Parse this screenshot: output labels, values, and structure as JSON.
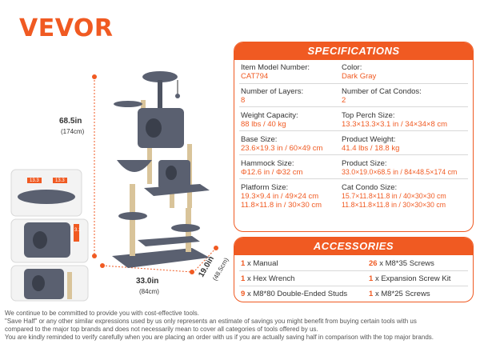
{
  "brand": "VEVOR",
  "colors": {
    "accent": "#f05a22",
    "tree": "#5a6070",
    "pole": "#d9c49a"
  },
  "dimensions": {
    "height_in": "68.5in",
    "height_cm": "(174cm)",
    "width_in": "33.0in",
    "width_cm": "(84cm)",
    "depth_in": "19.0in",
    "depth_cm": "(48.5cm)",
    "inset_top_a": "13.3",
    "inset_top_b": "13.3",
    "inset_side": "3.1"
  },
  "specifications": {
    "title": "SPECIFICATIONS",
    "items": [
      {
        "label": "Item Model Number:",
        "value": "CAT794"
      },
      {
        "label": "Color:",
        "value": "Dark Gray"
      },
      {
        "label": "Number of Layers:",
        "value": "8"
      },
      {
        "label": "Number of Cat Condos:",
        "value": "2"
      },
      {
        "label": "Weight Capacity:",
        "value": "88 lbs / 40 kg"
      },
      {
        "label": "Top Perch Size:",
        "value": "13.3×13.3×3.1 in / 34×34×8 cm"
      },
      {
        "label": "Base Size:",
        "value": "23.6×19.3 in / 60×49 cm"
      },
      {
        "label": "Product Weight:",
        "value": "41.4 lbs / 18.8 kg"
      },
      {
        "label": "Hammock Size:",
        "value": "Φ12.6 in / Φ32 cm"
      },
      {
        "label": "Product Size:",
        "value": "33.0×19.0×68.5 in / 84×48.5×174 cm"
      },
      {
        "label": "Platform Size:",
        "value": "19.3×9.4 in / 49×24 cm",
        "value2": "11.8×11.8 in / 30×30 cm"
      },
      {
        "label": "Cat Condo Size:",
        "value": "15.7×11.8×11.8 in / 40×30×30 cm",
        "value2": "11.8×11.8×11.8 in / 30×30×30 cm"
      }
    ]
  },
  "accessories": {
    "title": "ACCESSORIES",
    "items": [
      {
        "qty": "1",
        "text": "x Manual"
      },
      {
        "qty": "26",
        "text": "x M8*35 Screws"
      },
      {
        "qty": "1",
        "text": "x Hex Wrench"
      },
      {
        "qty": "1",
        "text": "x Expansion Screw Kit"
      },
      {
        "qty": "9",
        "text": "x M8*80 Double-Ended Studs"
      },
      {
        "qty": "1",
        "text": "x M8*25 Screws"
      }
    ]
  },
  "footer": [
    "We continue to be committed to provide you with cost-effective tools.",
    "\"Save Half\" or any other similar expressions used by us only represents an estimate of savings you might benefit from buying certain tools with us",
    "compared to the major top brands and does not necessarily mean to cover all categories of tools offered by us.",
    "You are kindly reminded to verify carefully when you are placing an order with us if you are actually saving half in comparison with the top major brands."
  ]
}
